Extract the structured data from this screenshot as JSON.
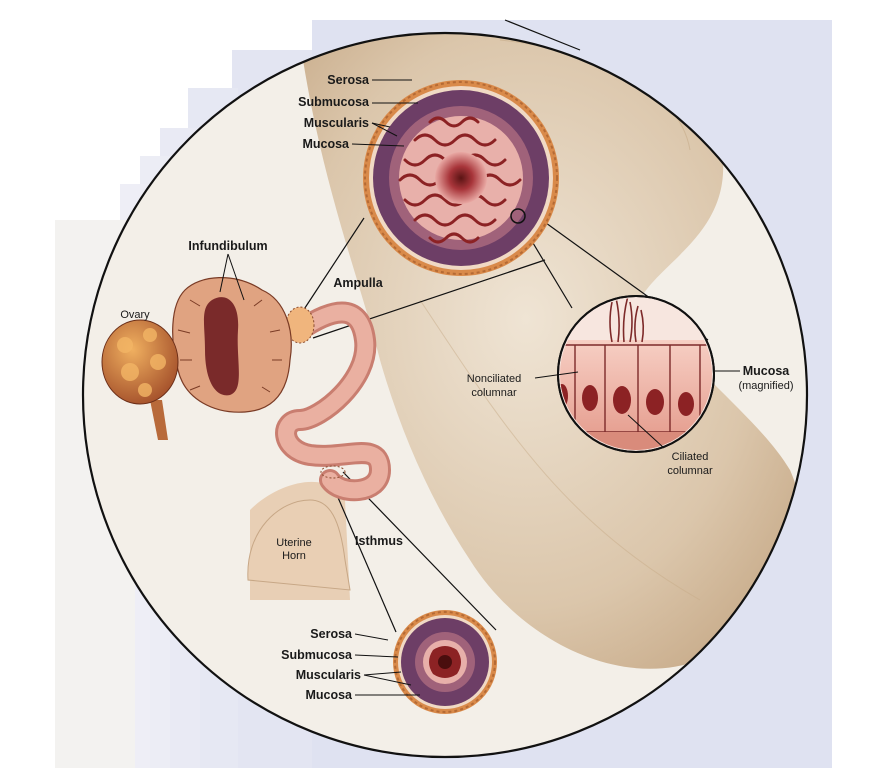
{
  "labels": {
    "ampulla_layers": {
      "serosa": "Serosa",
      "submucosa": "Submucosa",
      "muscularis": "Muscularis",
      "mucosa": "Mucosa"
    },
    "infundibulum": "Infundibulum",
    "ovary": "Ovary",
    "ampulla": "Ampulla",
    "nonciliated": [
      "Nonciliated",
      "columnar"
    ],
    "mucosa_magnified": [
      "Mucosa",
      "(magnified)"
    ],
    "ciliated": [
      "Ciliated",
      "columnar"
    ],
    "uterine_horn": [
      "Uterine",
      "Horn"
    ],
    "isthmus": "Isthmus",
    "isthmus_layers": {
      "serosa": "Serosa",
      "submucosa": "Submucosa",
      "muscularis": "Muscularis",
      "mucosa": "Mucosa"
    }
  },
  "colors": {
    "background": "#ffffff",
    "page_stack": "#d9dcee",
    "circle_bg": "#f2eee7",
    "horn_tan": "#e4d3bd",
    "tube_pink": "#e3a08f",
    "serosa_orange": "#d98a4a",
    "muscularis_purple": "#6d3e66",
    "mucosa_pink": "#e6a7a2",
    "fold_red": "#8c2224",
    "outline": "#111111"
  }
}
